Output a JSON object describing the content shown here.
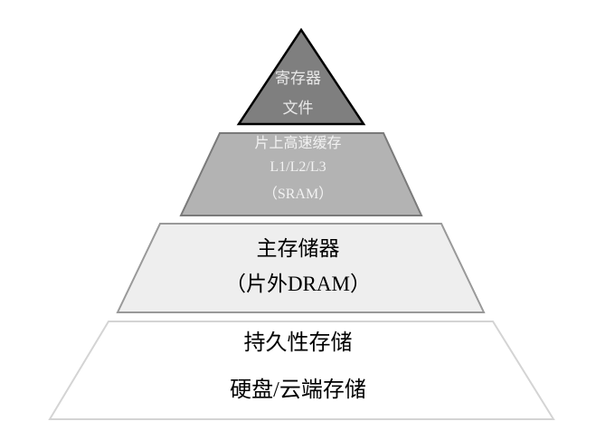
{
  "diagram": {
    "layers": [
      {
        "lines": [
          "寄存器",
          "文件"
        ],
        "fill": "#7f7f7f",
        "stroke": "#000000",
        "text_color": "#e8e8e8"
      },
      {
        "lines": [
          "片上高速缓存",
          "L1/L2/L3",
          "（SRAM）"
        ],
        "fill": "#b3b3b3",
        "stroke": "#7a7a7a",
        "text_color": "#f2f2f2"
      },
      {
        "lines": [
          "主存储器",
          "（片外DRAM）"
        ],
        "fill": "#eeeeee",
        "stroke": "#999999",
        "text_color": "#000000"
      },
      {
        "lines": [
          "持久性存储",
          "硬盘/云端存储"
        ],
        "fill": "#ffffff",
        "stroke": "#d4d4d4",
        "text_color": "#000000"
      }
    ]
  }
}
